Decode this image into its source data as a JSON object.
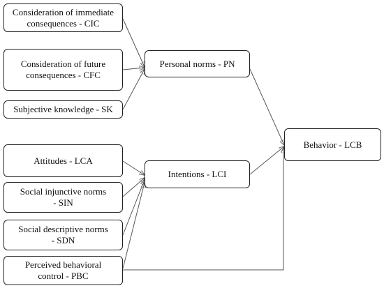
{
  "nodes": {
    "cic": "Consideration of immediate\nconsequences - CIC",
    "cfc": "Consideration of future\nconsequences - CFC",
    "sk": "Subjective knowledge - SK",
    "pn": "Personal norms - PN",
    "lca": "Attitudes - LCA",
    "sin": "Social injunctive norms\n- SIN",
    "sdn": "Social descriptive norms\n- SDN",
    "pbc": "Perceived behavioral\ncontrol - PBC",
    "lci": "Intentions - LCI",
    "lcb": "Behavior - LCB"
  },
  "edges": [
    {
      "from": "cic",
      "to": "pn"
    },
    {
      "from": "cfc",
      "to": "pn"
    },
    {
      "from": "sk",
      "to": "pn"
    },
    {
      "from": "pn",
      "to": "lcb"
    },
    {
      "from": "lca",
      "to": "lci"
    },
    {
      "from": "sin",
      "to": "lci"
    },
    {
      "from": "sdn",
      "to": "lci"
    },
    {
      "from": "pbc",
      "to": "lci"
    },
    {
      "from": "lci",
      "to": "lcb"
    },
    {
      "from": "pbc",
      "to": "lcb"
    }
  ]
}
